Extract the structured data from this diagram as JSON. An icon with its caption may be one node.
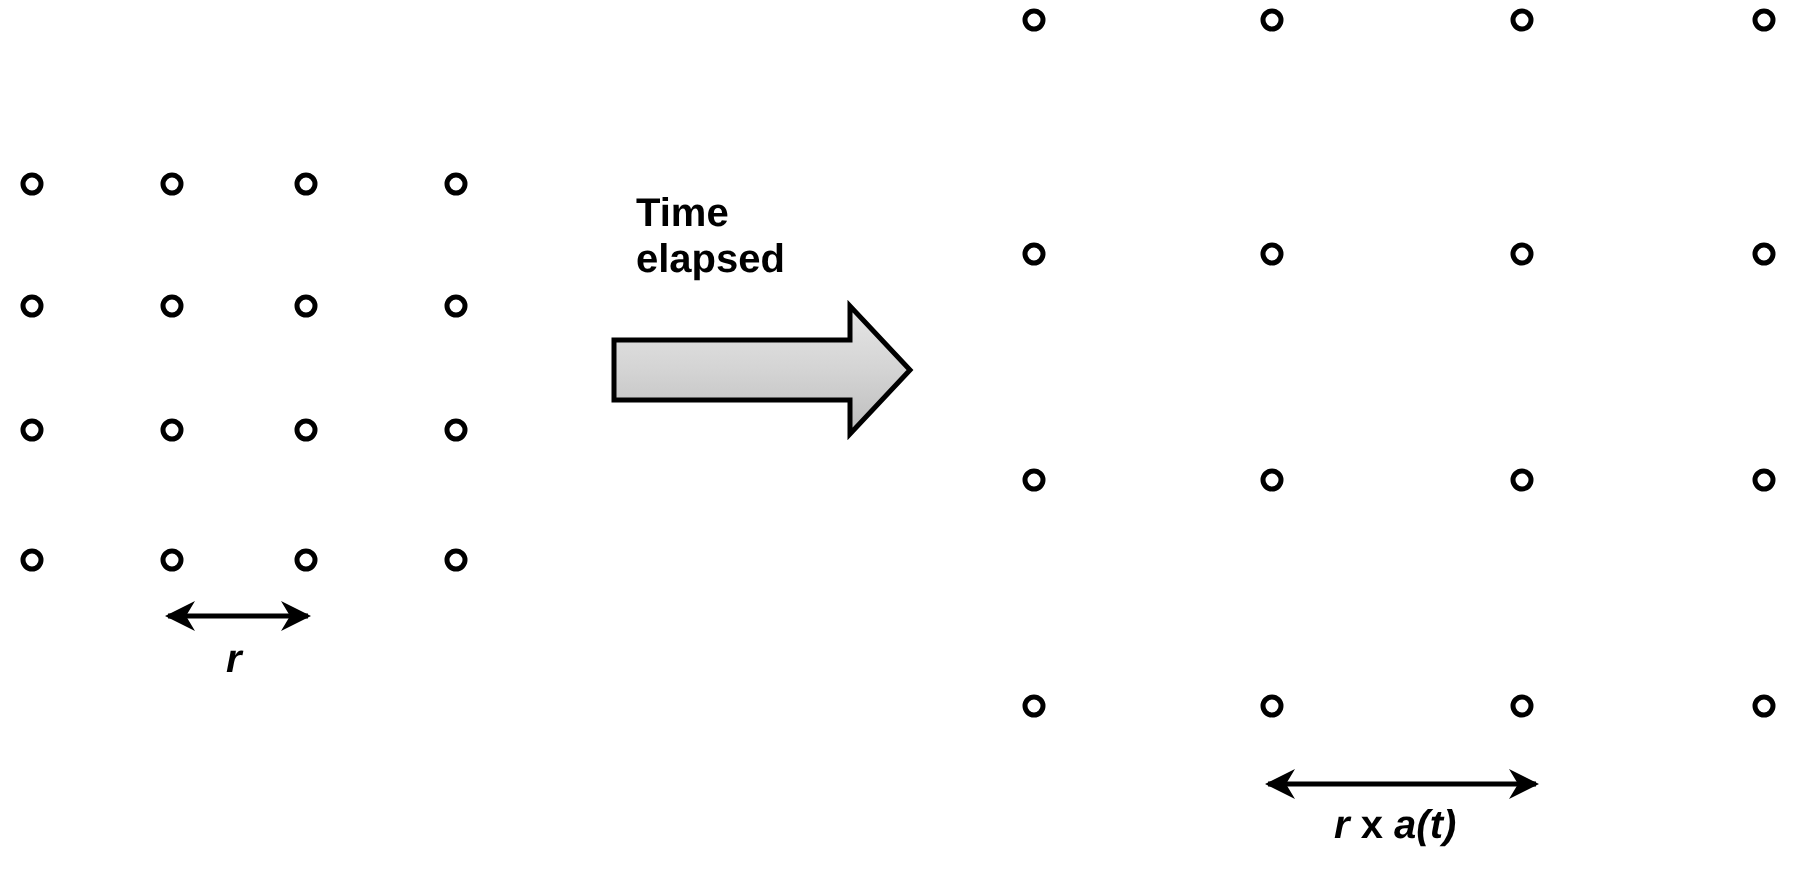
{
  "diagram": {
    "labels": [
      "Time elapsed",
      "r",
      "*r* x *a(t)*"
    ]
  }
}
